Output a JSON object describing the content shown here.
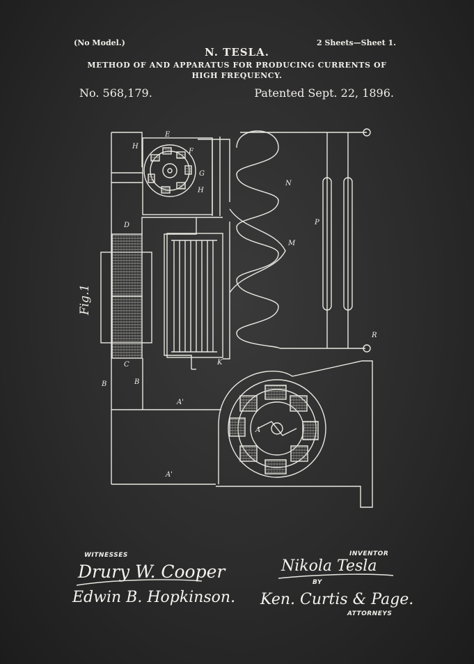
{
  "header": {
    "no_model": "(No Model.)",
    "sheets": "2 Sheets—Sheet 1.",
    "inventor": "N. TESLA.",
    "title_line1": "METHOD OF AND APPARATUS FOR PRODUCING CURRENTS OF",
    "title_line2": "HIGH FREQUENCY.",
    "patent_number": "No. 568,179.",
    "patent_date": "Patented Sept. 22, 1896."
  },
  "figure": {
    "label": "Fig.1",
    "labels": {
      "H": "H",
      "E": "E",
      "F": "F",
      "G": "G",
      "h": "H",
      "N": "N",
      "M": "M",
      "P": "P",
      "D": "D",
      "R": "R",
      "C": "C",
      "K": "K",
      "B1": "B",
      "B2": "B",
      "A1": "A'",
      "A2": "A'",
      "A": "A"
    }
  },
  "signatures": {
    "witnesses_label": "WITNESSES",
    "witness1": "Drury W. Cooper",
    "witness2": "Edwin B. Hopkinson.",
    "inventor_label": "INVENTOR",
    "inventor_signature": "Nikola Tesla",
    "by_label": "BY",
    "attorneys_signature": "Ken. Curtis & Page.",
    "attorneys_label": "ATTORNEYS"
  }
}
